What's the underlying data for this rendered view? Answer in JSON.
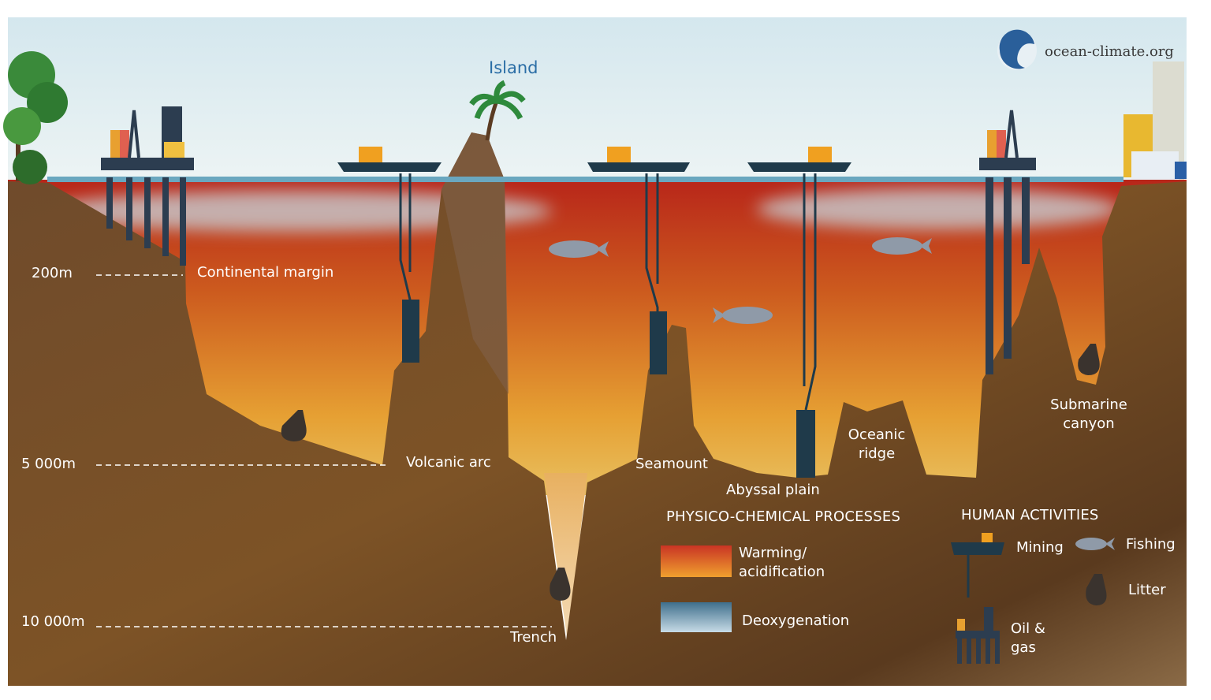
{
  "logo": {
    "text": "ocean-climate.org"
  },
  "labels": {
    "island": "Island",
    "continental_margin": "Continental margin",
    "volcanic_arc": "Volcanic arc",
    "seamount": "Seamount",
    "abyssal_plain": "Abyssal plain",
    "oceanic_ridge": "Oceanic ridge",
    "submarine_canyon": "Submarine canyon",
    "trench": "Trench"
  },
  "depths": [
    "200m",
    "5 000m",
    "10 000m"
  ],
  "legend_processes": {
    "title": "PHYSICO-CHEMICAL PROCESSES",
    "items": [
      {
        "label": "Warming/ acidification",
        "colors": [
          "#c93424",
          "#f0a02e"
        ]
      },
      {
        "label": "Deoxygenation",
        "colors": [
          "#3f6f8c",
          "#c7dbe6"
        ]
      }
    ]
  },
  "legend_activities": {
    "title": "HUMAN ACTIVITIES",
    "items": [
      {
        "label": "Mining",
        "icon": "mining-ship-icon"
      },
      {
        "label": "Fishing",
        "icon": "fish-icon"
      },
      {
        "label": "Litter",
        "icon": "litter-bag-icon"
      },
      {
        "label": "Oil & gas",
        "icon": "oil-rig-icon"
      }
    ]
  }
}
